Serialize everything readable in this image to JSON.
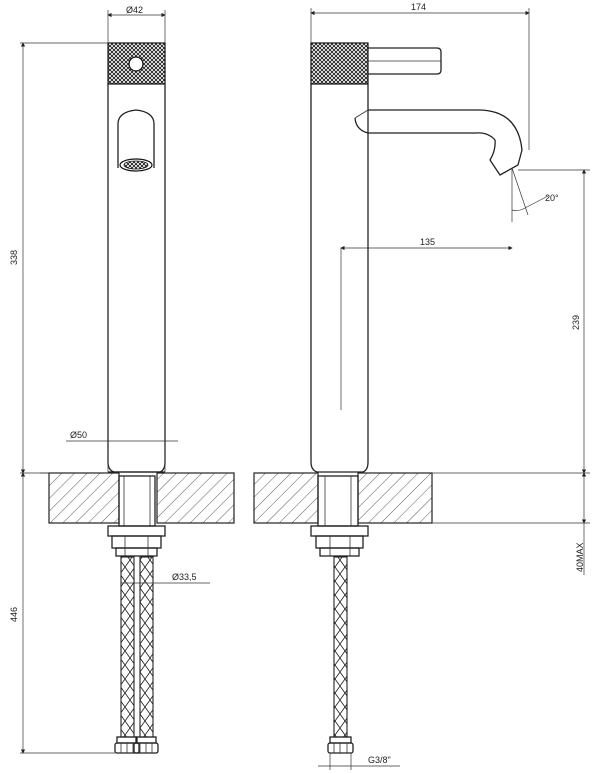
{
  "drawing": {
    "front_view": {
      "top_diameter": "Ø42",
      "base_diameter": "Ø50",
      "hose_diameter": "Ø33,5",
      "height_above_deck": "338",
      "length_below_deck": "446"
    },
    "side_view": {
      "overall_length": "174",
      "spout_reach": "135",
      "spout_angle": "20°",
      "spout_height": "239",
      "deck_thickness": "40MAX",
      "connection_thread": "G3/8\""
    }
  }
}
